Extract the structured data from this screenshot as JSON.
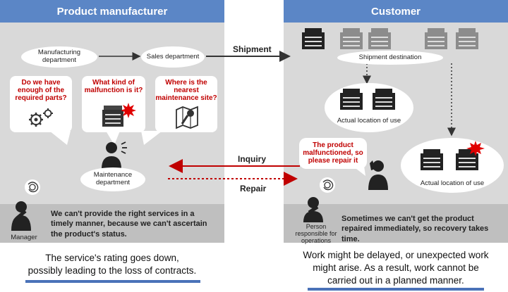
{
  "manufacturer": {
    "header": "Product manufacturer",
    "manufacturing": "Manufacturing department",
    "sales": "Sales department",
    "question_parts": "Do we have enough of the required parts?",
    "question_malfunction": "What kind of malfunction is it?",
    "question_site": "Where is the nearest maintenance site?",
    "maintenance": "Maintenance department",
    "manager": "Manager",
    "message": "We can't provide the right services in a timely manner, because we can't ascertain the product's status.",
    "conclusion_line1": "The service's rating goes down,",
    "conclusion_line2": "possibly leading to the loss of contracts."
  },
  "customer": {
    "header": "Customer",
    "shipment_destination": "Shipment destination",
    "actual_location_1": "Actual location of use",
    "actual_location_2": "Actual location of use",
    "repair_request": "The product malfunctioned, so please repair it",
    "person": "Person responsible for operations",
    "message": "Sometimes we can't get the product repaired immediately, so recovery takes time.",
    "conclusion_line1": "Work might be delayed, or unexpected work",
    "conclusion_line2": "might arise. As a result, work cannot be",
    "conclusion_line3": "carried out in a planned manner."
  },
  "flows": {
    "shipment": "Shipment",
    "inquiry": "Inquiry",
    "repair": "Repair"
  },
  "colors": {
    "header_blue": "#5b86c6",
    "panel_gray": "#d9d9d9",
    "band_gray": "#bfbfbf",
    "alert_red": "#c00000",
    "underline_blue": "#4a72b8"
  }
}
